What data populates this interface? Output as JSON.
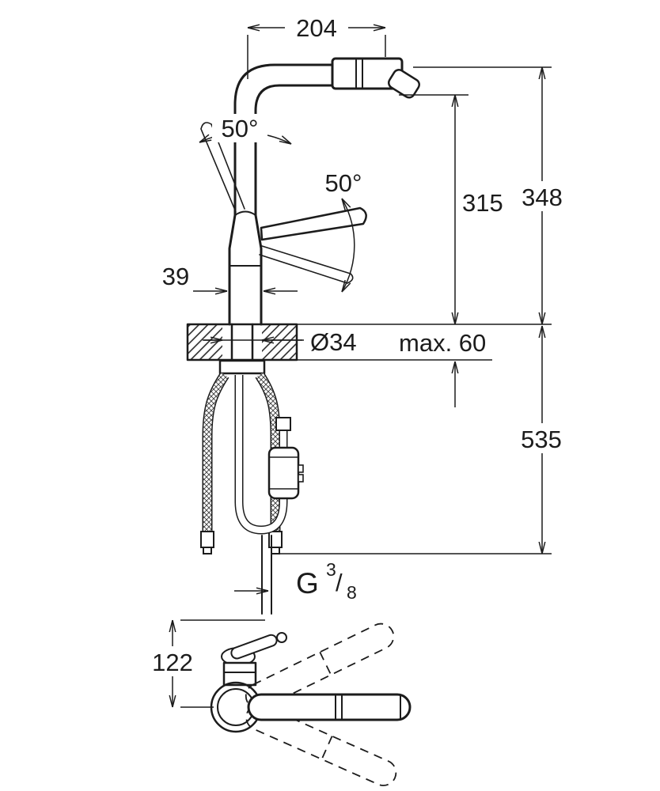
{
  "dims": {
    "spout_reach": "204",
    "handle_angle_upper": "50°",
    "handle_angle_lower": "50°",
    "height_to_outlet": "315",
    "total_height": "348",
    "body_diameter": "39",
    "hole_diameter": "Ø34",
    "max_counter_thickness": "max. 60",
    "under_counter_length": "535",
    "thread_prefix": "G",
    "thread_numerator": "3",
    "thread_slash": "/",
    "thread_denominator": "8",
    "plan_projection": "122"
  },
  "colors": {
    "line": "#1c1c1c",
    "background": "#ffffff"
  }
}
